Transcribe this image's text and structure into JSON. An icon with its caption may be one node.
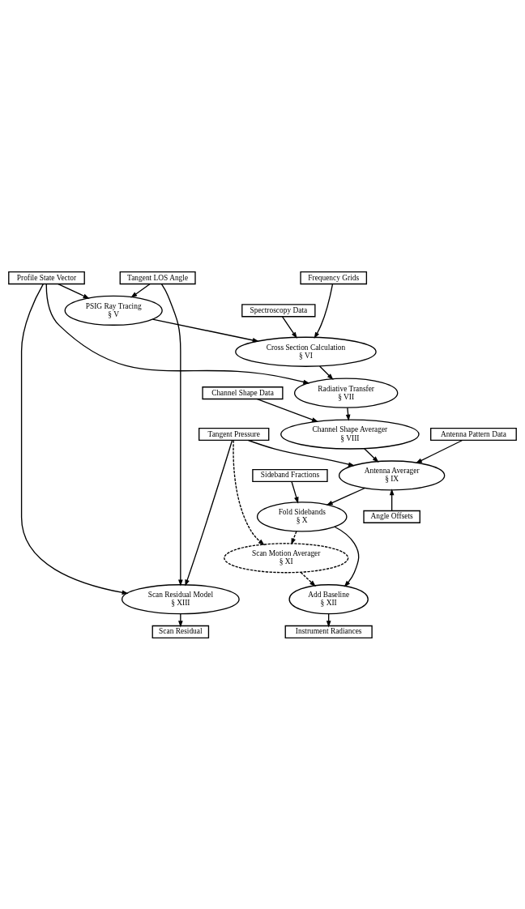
{
  "diagram": {
    "nodes": [
      {
        "text": [
          "Profile State Vector"
        ]
      },
      {
        "text": [
          "Tangent LOS Angle"
        ]
      },
      {
        "text": [
          "Frequency Grids"
        ]
      },
      {
        "text": [
          "PSIG Ray Tracing",
          "§ V"
        ]
      },
      {
        "text": [
          "Spectroscopy Data"
        ]
      },
      {
        "text": [
          "Cross Section Calculation",
          "§ VI"
        ]
      },
      {
        "text": [
          "Radiative Transfer",
          "§ VII"
        ]
      },
      {
        "text": [
          "Channel Shape Data"
        ]
      },
      {
        "text": [
          "Channel Shape Averager",
          "§ VIII"
        ]
      },
      {
        "text": [
          "Antenna Pattern Data"
        ]
      },
      {
        "text": [
          "Sideband Fractions"
        ]
      },
      {
        "text": [
          "Antenna Averager",
          "§ IX"
        ]
      },
      {
        "text": [
          "Fold Sidebands",
          "§ X"
        ]
      },
      {
        "text": [
          "Angle Offsets"
        ]
      },
      {
        "text": [
          "Tangent Pressure"
        ]
      },
      {
        "text": [
          "Scan Motion Averager",
          "§ XI"
        ]
      },
      {
        "text": [
          "Add Baseline",
          "§ XII"
        ]
      },
      {
        "text": [
          "Scan Residual Model",
          "§ XIII"
        ]
      },
      {
        "text": [
          "Instrument Radiances"
        ]
      },
      {
        "text": [
          "Scan Residual"
        ]
      }
    ],
    "edges": [
      {
        "from": 0,
        "to": 3,
        "arrow": "to"
      },
      {
        "from": 1,
        "to": 3,
        "arrow": "to"
      },
      {
        "from": 0,
        "to": 6,
        "arrow": "to"
      },
      {
        "from": 0,
        "to": 17,
        "arrow": "to"
      },
      {
        "from": 1,
        "to": 17,
        "arrow": "to"
      },
      {
        "from": 3,
        "to": 5,
        "arrow": "to"
      },
      {
        "from": 4,
        "to": 5,
        "arrow": "to"
      },
      {
        "from": 2,
        "to": 5,
        "arrow": "to"
      },
      {
        "from": 5,
        "to": 6,
        "arrow": "to"
      },
      {
        "from": 6,
        "to": 8,
        "arrow": "to"
      },
      {
        "from": 7,
        "to": 8,
        "arrow": "to"
      },
      {
        "from": 8,
        "to": 11,
        "arrow": "to"
      },
      {
        "from": 9,
        "to": 11,
        "arrow": "to"
      },
      {
        "from": 11,
        "to": 12,
        "arrow": "to"
      },
      {
        "from": 10,
        "to": 12,
        "arrow": "to"
      },
      {
        "from": 13,
        "to": 11,
        "arrow": "to"
      },
      {
        "from": 14,
        "to": 11,
        "arrow": "to"
      },
      {
        "from": 12,
        "to": 15,
        "arrow": "to",
        "style": "dashed"
      },
      {
        "from": 14,
        "to": 15,
        "arrow": "to",
        "style": "dashed"
      },
      {
        "from": 12,
        "to": 16,
        "arrow": "to"
      },
      {
        "from": 15,
        "to": 16,
        "arrow": "to",
        "style": "dashed"
      },
      {
        "from": 14,
        "to": 17,
        "arrow": "to"
      },
      {
        "from": 16,
        "to": 18,
        "arrow": "to"
      },
      {
        "from": 17,
        "to": 19,
        "arrow": "to"
      }
    ]
  }
}
